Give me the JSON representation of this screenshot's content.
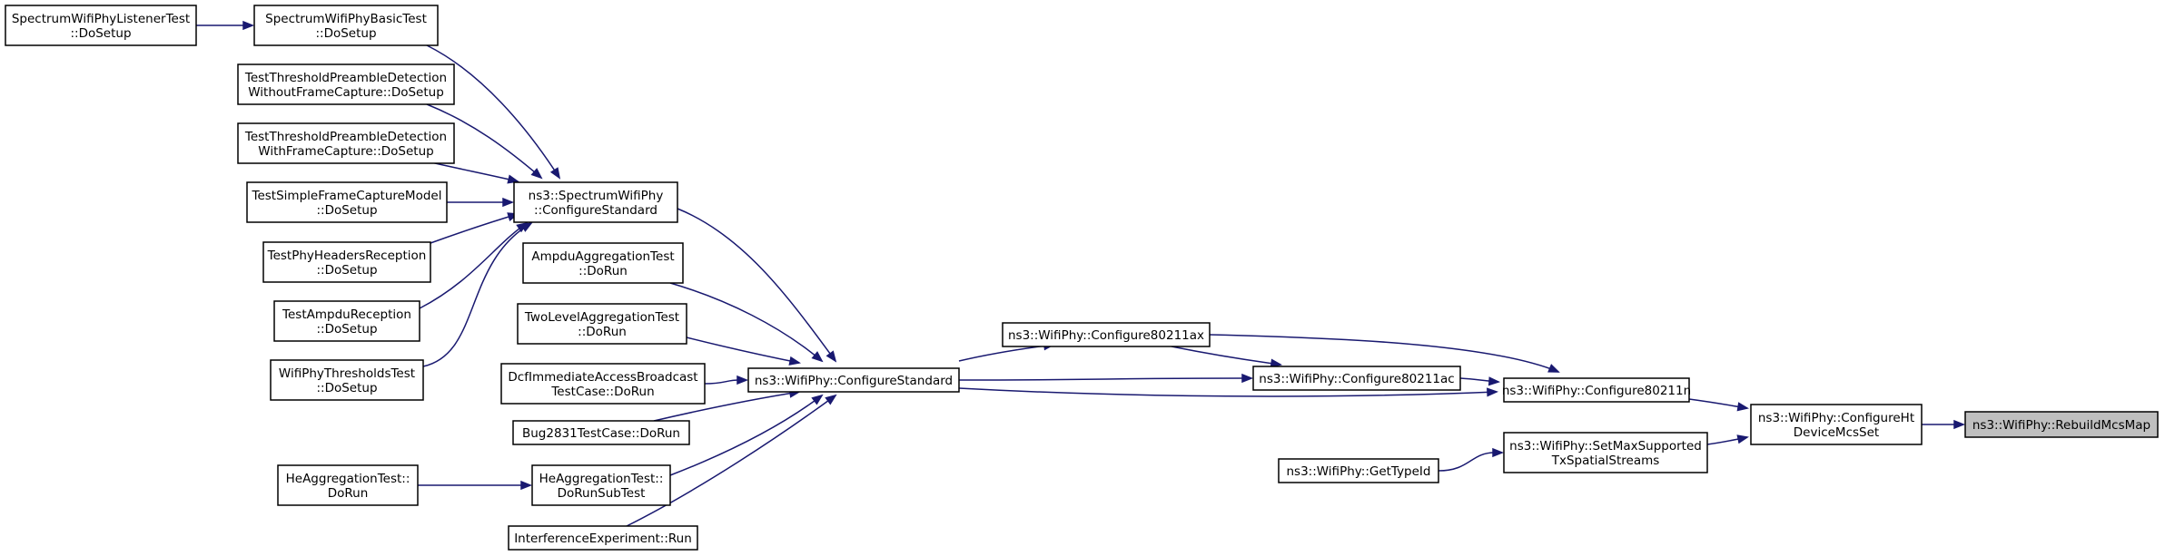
{
  "diagram": {
    "type": "doxygen-caller-graph",
    "colors": {
      "edge": "#191970",
      "root_fill": "#bfbfbf",
      "node_fill": "#ffffff",
      "node_stroke": "#000000"
    },
    "nodes": [
      {
        "id": "rebuild",
        "lines": [
          "ns3::WifiPhy::RebuildMcsMap"
        ],
        "root": true
      },
      {
        "id": "cfgHt",
        "lines": [
          "ns3::WifiPhy::ConfigureHt",
          "DeviceMcsSet"
        ]
      },
      {
        "id": "cfg11n",
        "lines": [
          "ns3::WifiPhy::Configure80211n"
        ]
      },
      {
        "id": "setMax",
        "lines": [
          "ns3::WifiPhy::SetMaxSupported",
          "TxSpatialStreams"
        ]
      },
      {
        "id": "getType",
        "lines": [
          "ns3::WifiPhy::GetTypeId"
        ]
      },
      {
        "id": "cfg11ac",
        "lines": [
          "ns3::WifiPhy::Configure80211ac"
        ]
      },
      {
        "id": "cfg11ax",
        "lines": [
          "ns3::WifiPhy::Configure80211ax"
        ]
      },
      {
        "id": "cfgStd",
        "lines": [
          "ns3::WifiPhy::ConfigureStandard"
        ]
      },
      {
        "id": "specStd",
        "lines": [
          "ns3::SpectrumWifiPhy",
          "::ConfigureStandard"
        ]
      },
      {
        "id": "ampdu",
        "lines": [
          "AmpduAggregationTest",
          "::DoRun"
        ]
      },
      {
        "id": "twoLevel",
        "lines": [
          "TwoLevelAggregationTest",
          "::DoRun"
        ]
      },
      {
        "id": "dcf",
        "lines": [
          "DcfImmediateAccessBroadcast",
          "TestCase::DoRun"
        ]
      },
      {
        "id": "bug",
        "lines": [
          "Bug2831TestCase::DoRun"
        ]
      },
      {
        "id": "heSub",
        "lines": [
          "HeAggregationTest::",
          "DoRunSubTest"
        ]
      },
      {
        "id": "heRun",
        "lines": [
          "HeAggregationTest::",
          "DoRun"
        ]
      },
      {
        "id": "interf",
        "lines": [
          "InterferenceExperiment::Run"
        ]
      },
      {
        "id": "specBasic",
        "lines": [
          "SpectrumWifiPhyBasicTest",
          "::DoSetup"
        ]
      },
      {
        "id": "specListener",
        "lines": [
          "SpectrumWifiPhyListenerTest",
          "::DoSetup"
        ]
      },
      {
        "id": "tpdWithout",
        "lines": [
          "TestThresholdPreambleDetection",
          "WithoutFrameCapture::DoSetup"
        ]
      },
      {
        "id": "tpdWith",
        "lines": [
          "TestThresholdPreambleDetection",
          "WithFrameCapture::DoSetup"
        ]
      },
      {
        "id": "simpleCap",
        "lines": [
          "TestSimpleFrameCaptureModel",
          "::DoSetup"
        ]
      },
      {
        "id": "phyHeaders",
        "lines": [
          "TestPhyHeadersReception",
          "::DoSetup"
        ]
      },
      {
        "id": "ampduRx",
        "lines": [
          "TestAmpduReception",
          "::DoSetup"
        ]
      },
      {
        "id": "thresholds",
        "lines": [
          "WifiPhyThresholdsTest",
          "::DoSetup"
        ]
      }
    ],
    "edges": [
      [
        "cfgHt",
        "rebuild"
      ],
      [
        "cfg11n",
        "cfgHt"
      ],
      [
        "setMax",
        "cfgHt"
      ],
      [
        "getType",
        "setMax"
      ],
      [
        "cfg11ac",
        "cfg11n"
      ],
      [
        "cfg11ax",
        "cfg11n"
      ],
      [
        "cfgStd",
        "cfg11n"
      ],
      [
        "cfg11ax",
        "cfg11ac"
      ],
      [
        "cfgStd",
        "cfg11ac"
      ],
      [
        "cfgStd",
        "cfg11ax"
      ],
      [
        "specStd",
        "cfgStd"
      ],
      [
        "ampdu",
        "cfgStd"
      ],
      [
        "twoLevel",
        "cfgStd"
      ],
      [
        "dcf",
        "cfgStd"
      ],
      [
        "bug",
        "cfgStd"
      ],
      [
        "heSub",
        "cfgStd"
      ],
      [
        "interf",
        "cfgStd"
      ],
      [
        "heRun",
        "heSub"
      ],
      [
        "specBasic",
        "specStd"
      ],
      [
        "tpdWithout",
        "specStd"
      ],
      [
        "tpdWith",
        "specStd"
      ],
      [
        "simpleCap",
        "specStd"
      ],
      [
        "phyHeaders",
        "specStd"
      ],
      [
        "ampduRx",
        "specStd"
      ],
      [
        "thresholds",
        "specStd"
      ],
      [
        "specListener",
        "specBasic"
      ]
    ]
  }
}
